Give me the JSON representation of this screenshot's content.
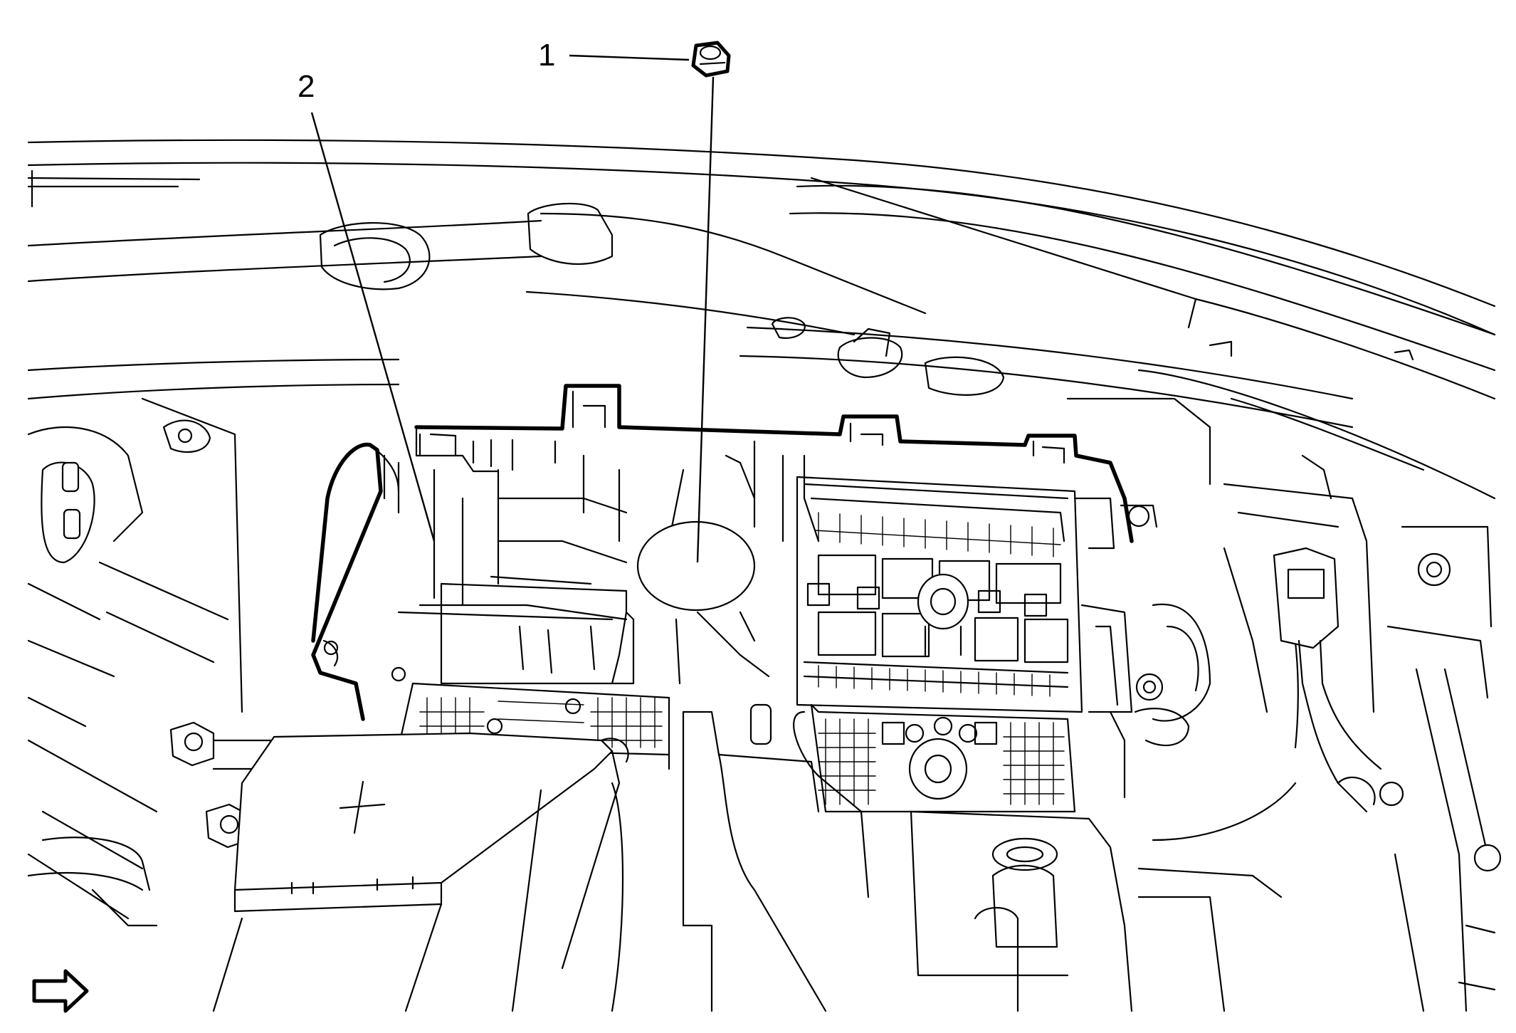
{
  "diagram": {
    "callouts": [
      {
        "id": "1",
        "label": "1"
      },
      {
        "id": "2",
        "label": "2"
      }
    ],
    "symbols": {
      "battery_plus": "plus-icon",
      "direction": "arrow-right-icon"
    },
    "colors": {
      "line": "#000000",
      "background": "#ffffff"
    }
  }
}
